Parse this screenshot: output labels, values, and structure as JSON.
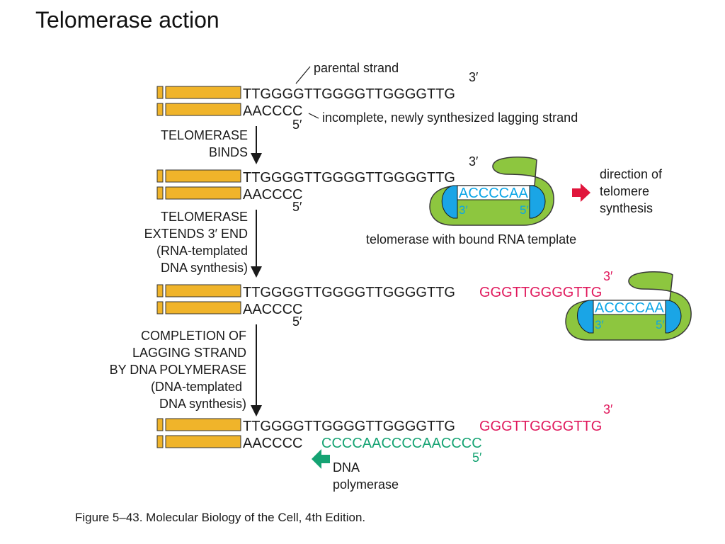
{
  "title": "Telomerase action",
  "labels": {
    "parental_strand": "parental strand",
    "incomplete_strand": "incomplete, newly synthesized lagging strand",
    "telomerase_with_template": "telomerase with bound RNA template",
    "direction_line1": "direction of",
    "direction_line2": "telomere",
    "direction_line3": "synthesis",
    "dna_polymerase_line1": "DNA",
    "dna_polymerase_line2": "polymerase"
  },
  "steps": {
    "step1_line1": "TELOMERASE",
    "step1_line2": "BINDS",
    "step2_line1": "TELOMERASE",
    "step2_line2": "EXTENDS 3′ END",
    "step2_line3": "(RNA-templated",
    "step2_line4": "DNA synthesis)",
    "step3_line1": "COMPLETION OF",
    "step3_line2": "LAGGING STRAND",
    "step3_line3": "BY DNA POLYMERASE",
    "step3_line4": "(DNA-templated",
    "step3_line5": "DNA synthesis)"
  },
  "sequences": {
    "top_strand": "TTGGGGTTGGGGTTGGGGTTG",
    "bottom_strand": "AACCCC",
    "extension": "GGGTTGGGGTTG",
    "rna_template": "ACCCCAA",
    "new_lagging": "CCCCAACCCCAACCCC"
  },
  "ends": {
    "three_prime": "3′",
    "five_prime": "5′"
  },
  "caption": "Figure 5–43. Molecular Biology of the Cell, 4th Edition.",
  "colors": {
    "dna_bar": "#f0b42a",
    "enzyme": "#8dc63f",
    "rna_template": "#0ba5e6",
    "new_dna": "#e0185c",
    "polymerase_dna": "#15a373",
    "arrow_red": "#e0163c"
  }
}
